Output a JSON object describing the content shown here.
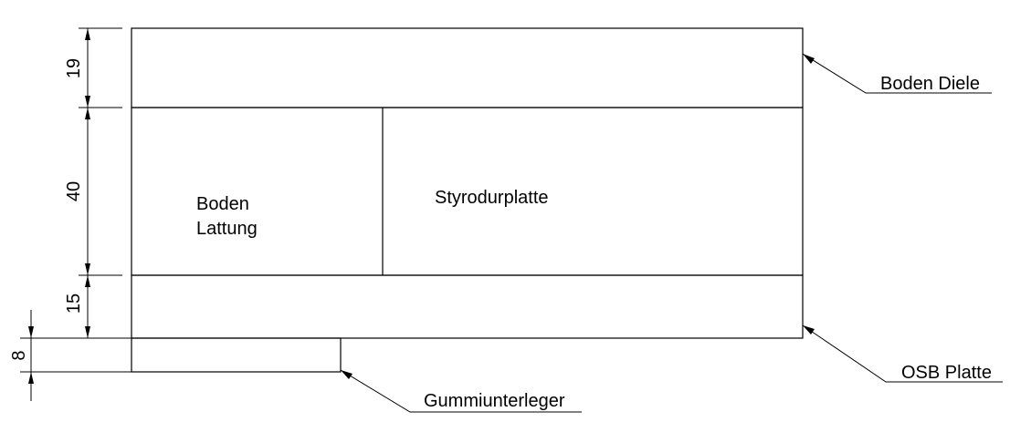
{
  "dimensions": {
    "d19": "19",
    "d40": "40",
    "d15": "15",
    "d8": "8"
  },
  "labels": {
    "boden_diele": "Boden Diele",
    "styrodurplatte": "Styrodurplatte",
    "boden_lattung_line1": "Boden",
    "boden_lattung_line2": "Lattung",
    "osb_platte": "OSB Platte",
    "gummiunterleger": "Gummiunterleger"
  },
  "colors": {
    "line": "#000000",
    "background": "#ffffff"
  }
}
